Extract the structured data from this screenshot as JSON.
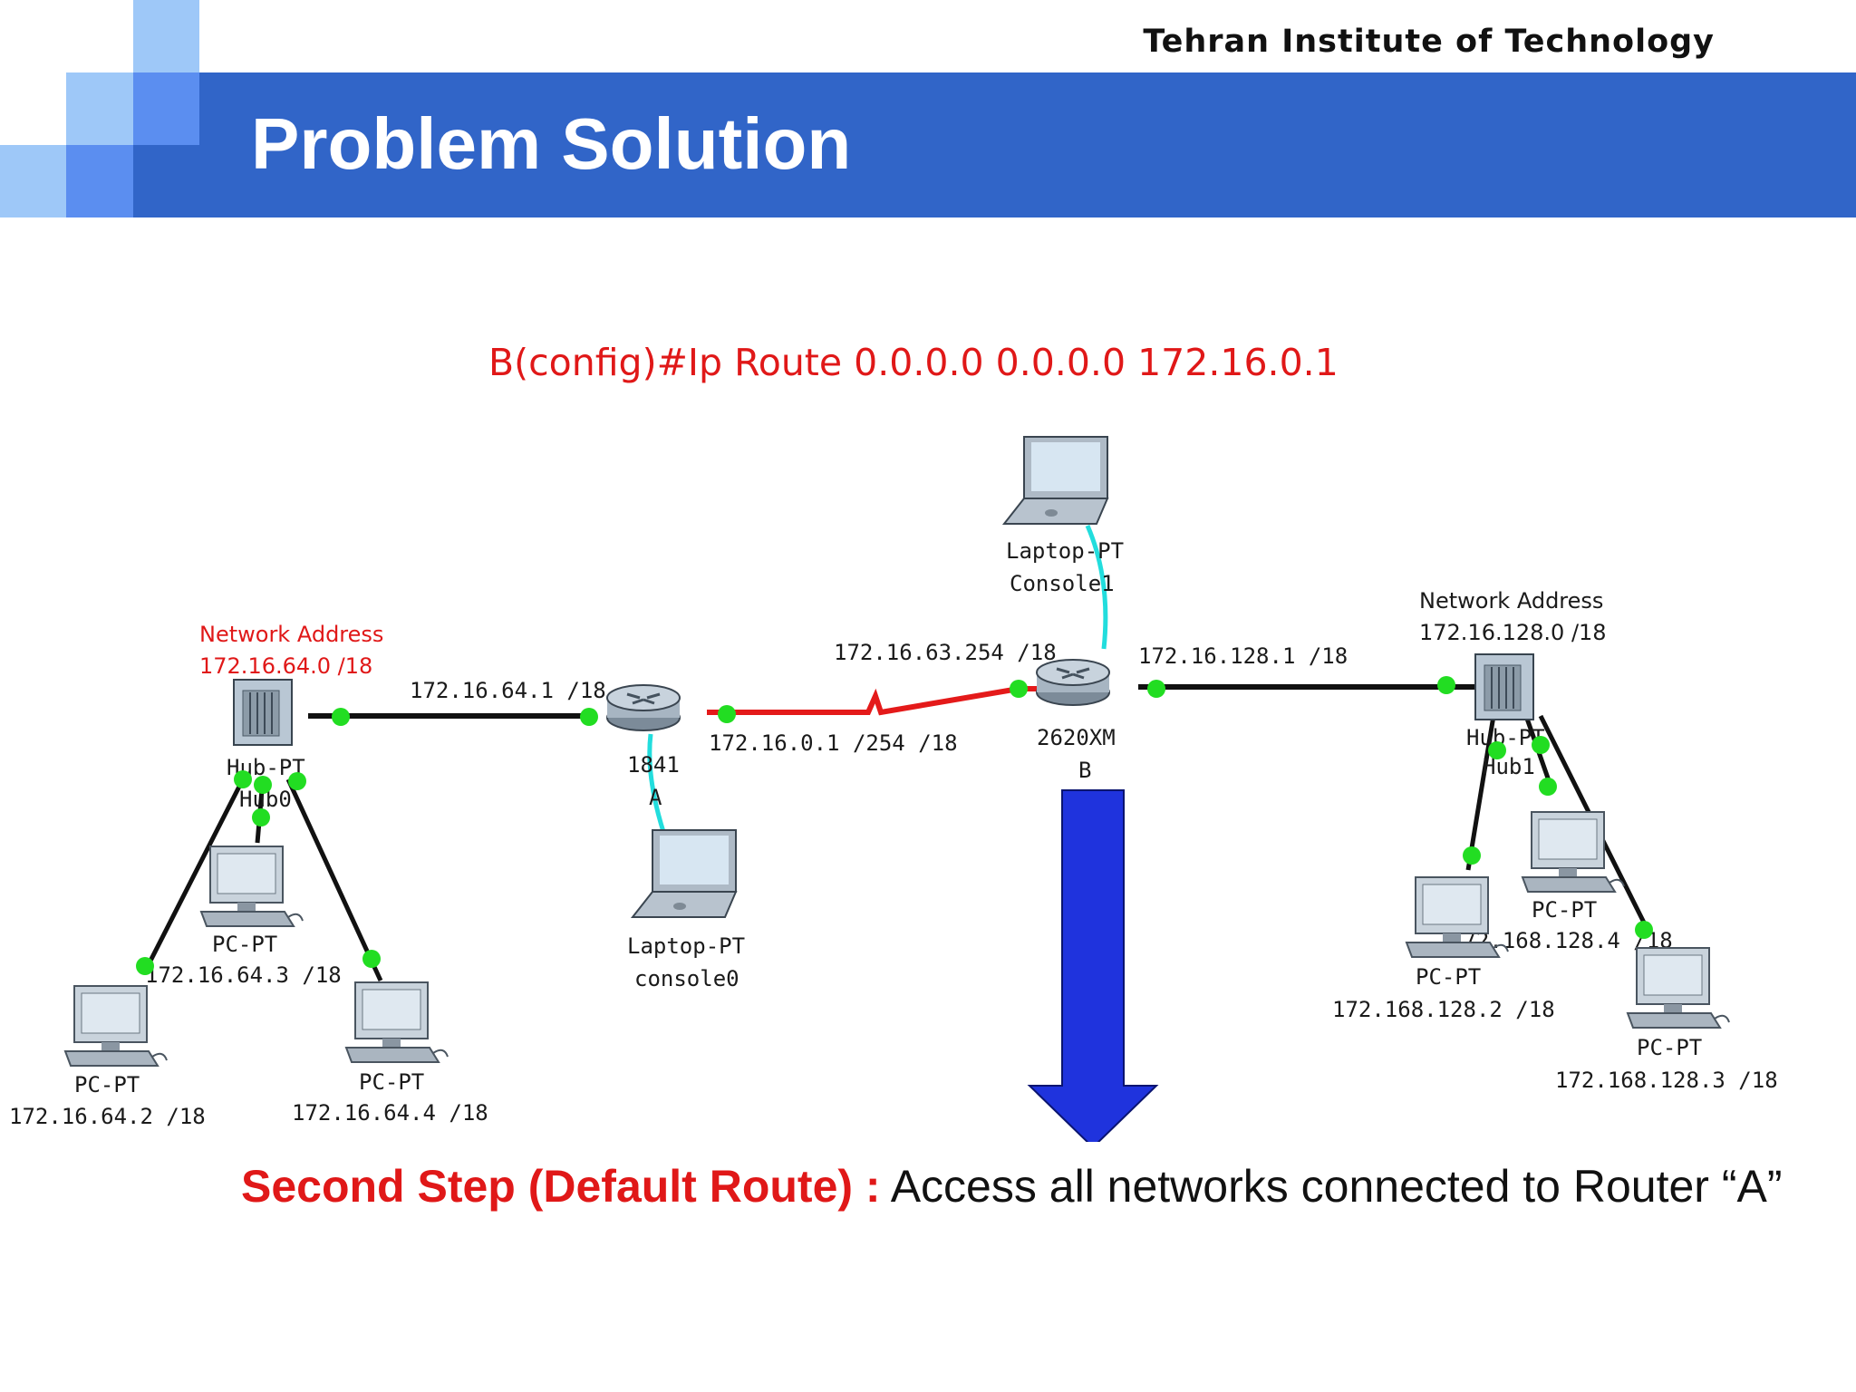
{
  "header": {
    "institute": "Tehran Institute of Technology",
    "title": "Problem Solution"
  },
  "command": "B(config)#Ip Route 0.0.0.0 0.0.0.0 172.16.0.1",
  "network": {
    "left_hub": {
      "net_title": "Network Address",
      "net_address": "172.16.64.0 /18",
      "model": "Hub-PT",
      "name": "Hub0",
      "link_ip": "172.16.64.1 /18"
    },
    "router_a": {
      "model": "1841",
      "name": "A",
      "wan_ip": "172.16.0.1 /254  /18"
    },
    "router_b": {
      "model": "2620XM",
      "name": "B",
      "wan_ip": "172.16.63.254 /18",
      "lan_ip": "172.16.128.1 /18"
    },
    "right_hub": {
      "net_title": "Network Address",
      "net_address": "172.16.128.0  /18",
      "model": "Hub-PT",
      "name": "Hub1"
    },
    "laptops": [
      {
        "model": "Laptop-PT",
        "name": "console0"
      },
      {
        "model": "Laptop-PT",
        "name": "Console1"
      }
    ],
    "pcs_left": [
      {
        "model": "PC-PT",
        "ip": "172.16.64.3  /18"
      },
      {
        "model": "PC-PT",
        "ip": "172.16.64.2  /18"
      },
      {
        "model": "PC-PT",
        "ip": "172.16.64.4  /18"
      }
    ],
    "pcs_right": [
      {
        "model": "PC-PT",
        "ip": "172.168.128.4 /18"
      },
      {
        "model": "PC-PT",
        "ip": "172.168.128.2  /18"
      },
      {
        "model": "PC-PT",
        "ip": "172.168.128.3  /18"
      }
    ]
  },
  "caption": {
    "step": "Second Step (Default Route) :",
    "text": " Access all networks connected to Router “A”"
  },
  "colors": {
    "banner": "#3165c8",
    "accent_red": "#e01818",
    "arrow": "#1f33dd",
    "link_green": "#22dd22",
    "console_cyan": "#22dddd",
    "serial_red": "#e41a1a"
  }
}
